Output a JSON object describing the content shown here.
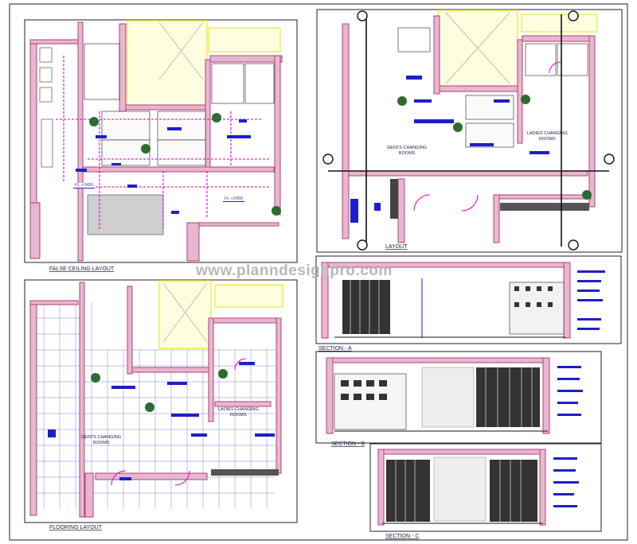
{
  "sheet": {
    "false_ceiling_title": "FALSE CEILING LAYOUT",
    "layout_title": "LAYOUT",
    "flooring_title": "FLOORING LAYOUT",
    "section_a_title": "SECTION - A",
    "section_b_title": "SECTION - B",
    "section_c_title": "SECTION - C"
  },
  "rooms": {
    "gents": "GENTS CHANGING\nROOMS",
    "ladies": "LADIES CHANGING\nROOMS"
  },
  "tags": {
    "ceiling_1": "FL +2450",
    "ceiling_2": "FL +2450"
  },
  "watermark": "www.planndesignpro.com",
  "colors": {
    "wall": "#b0407a",
    "wall_fill": "#e8b7cf",
    "magenta": "#d400d4",
    "blue": "#1e1ec8",
    "yellow": "#eeee55",
    "frame": "#222222"
  }
}
